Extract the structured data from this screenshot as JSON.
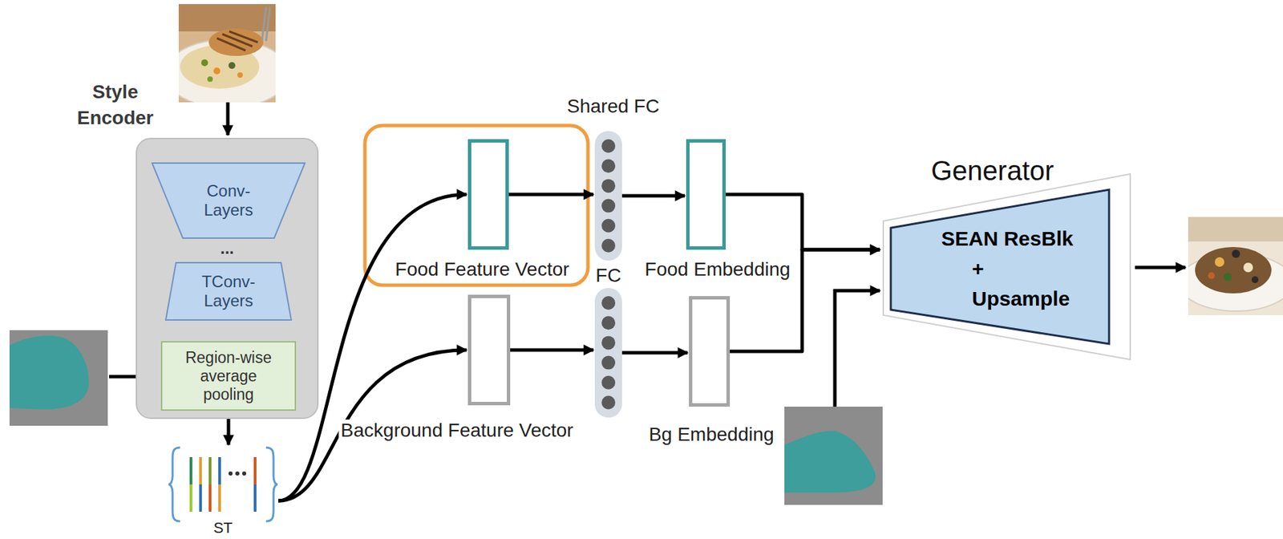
{
  "diagram": {
    "nodes": [
      {
        "text": [
          "Style Encoder"
        ]
      },
      {
        "text": [
          "Conv-Layers"
        ],
        "in": 0
      },
      {
        "text": [
          "TConv-Layers"
        ],
        "in": 0
      },
      {
        "text": [
          "Region-wise average pooling"
        ],
        "in": 0
      },
      {
        "text": [
          "ST"
        ]
      },
      {
        "text": [
          "Food Feature Vector"
        ]
      },
      {
        "text": [
          "Shared FC"
        ]
      },
      {
        "text": [
          "Food Embedding"
        ]
      },
      {
        "text": [
          "Background Feature Vector"
        ]
      },
      {
        "text": [
          "FC"
        ]
      },
      {
        "text": [
          "Bg Embedding"
        ]
      },
      {
        "text": [
          "Generator",
          "SEAN ResBlk + Upsample"
        ]
      }
    ],
    "edges": [
      {
        "from": 2,
        "to": 3,
        "arrow": "to"
      },
      {
        "from": 3,
        "to": 4,
        "arrow": "to"
      },
      {
        "from": 4,
        "to": 5,
        "arrow": "to"
      },
      {
        "from": 4,
        "to": 8,
        "arrow": "to"
      },
      {
        "from": 5,
        "to": 6,
        "arrow": "to"
      },
      {
        "from": 6,
        "to": 7,
        "arrow": "to"
      },
      {
        "from": 8,
        "to": 9,
        "arrow": "to"
      },
      {
        "from": 9,
        "to": 10,
        "arrow": "to"
      },
      {
        "from": 7,
        "to": 11,
        "arrow": "to"
      },
      {
        "from": 10,
        "to": 11,
        "arrow": "to"
      }
    ],
    "labels": [
      "..."
    ]
  }
}
